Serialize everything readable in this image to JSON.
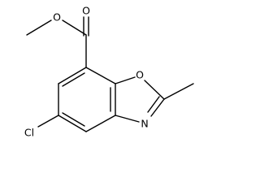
{
  "molecule": {
    "atoms": {
      "O_carbonyl": "O",
      "O_ester": "O",
      "O_ring": "O",
      "N_ring": "N",
      "Cl": "Cl"
    }
  }
}
